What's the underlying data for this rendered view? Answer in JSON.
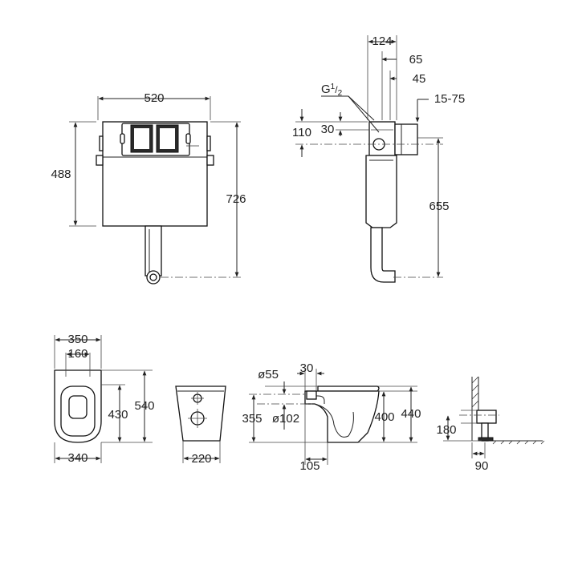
{
  "views": {
    "cistern_front": {
      "width": "520",
      "height_tank": "488",
      "height_total": "726"
    },
    "cistern_side": {
      "d124": "124",
      "d65": "65",
      "d45": "45",
      "thread": "G",
      "thread_sup": "1",
      "thread_sub": "2",
      "d15_75": "15-75",
      "d110": "110",
      "d30": "30",
      "d655": "655"
    },
    "bowl_top": {
      "d350": "350",
      "d160": "160",
      "d430": "430",
      "d540": "540",
      "d340": "340"
    },
    "bowl_back": {
      "d220": "220"
    },
    "bowl_side": {
      "d55": "ø55",
      "d30": "30",
      "d355": "355",
      "d102": "ø102",
      "d400": "400",
      "d440": "440",
      "d105": "105"
    },
    "fixing": {
      "d180": "180",
      "d90": "90"
    }
  }
}
